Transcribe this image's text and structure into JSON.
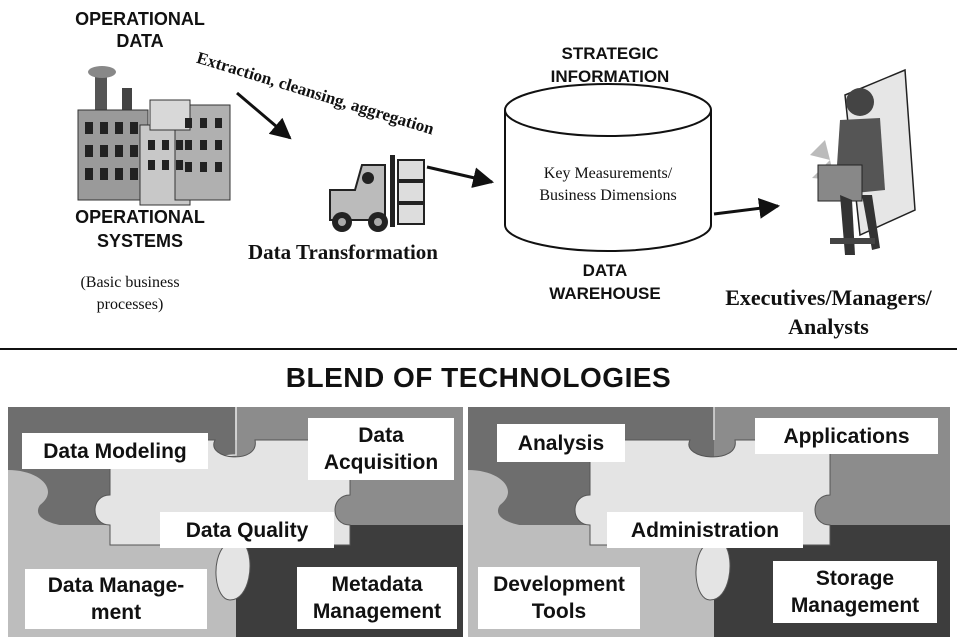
{
  "top": {
    "operational_data": [
      "OPERATIONAL",
      "DATA"
    ],
    "operational_systems": [
      "OPERATIONAL",
      "SYSTEMS"
    ],
    "basic_processes": [
      "(Basic business",
      "processes)"
    ],
    "extraction": "Extraction, cleansing, aggregation",
    "data_transformation": "Data Transformation",
    "strategic_information": [
      "STRATEGIC",
      "INFORMATION"
    ],
    "cylinder_text": [
      "Key Measurements/",
      "Business Dimensions"
    ],
    "data_warehouse": [
      "DATA",
      "WAREHOUSE"
    ],
    "executives": [
      "Executives/Managers/",
      "Analysts"
    ]
  },
  "bottom": {
    "title": "BLEND OF TECHNOLOGIES",
    "left_puzzle": {
      "data_modeling": "Data Modeling",
      "data_acquisition": [
        "Data",
        "Acquisition"
      ],
      "data_quality": "Data Quality",
      "data_management": [
        "Data Manage-",
        "ment"
      ],
      "metadata_management": [
        "Metadata",
        "Management"
      ]
    },
    "right_puzzle": {
      "analysis": "Analysis",
      "applications": "Applications",
      "administration": "Administration",
      "development_tools": [
        "Development",
        "Tools"
      ],
      "storage_management": [
        "Storage",
        "Management"
      ]
    }
  },
  "colors": {
    "dark_piece": "#6e6e6e",
    "mid_piece": "#8c8c8c",
    "light_piece": "#bdbdbd",
    "center_piece": "#e4e4e4",
    "darkest_piece": "#3d3d3d"
  }
}
